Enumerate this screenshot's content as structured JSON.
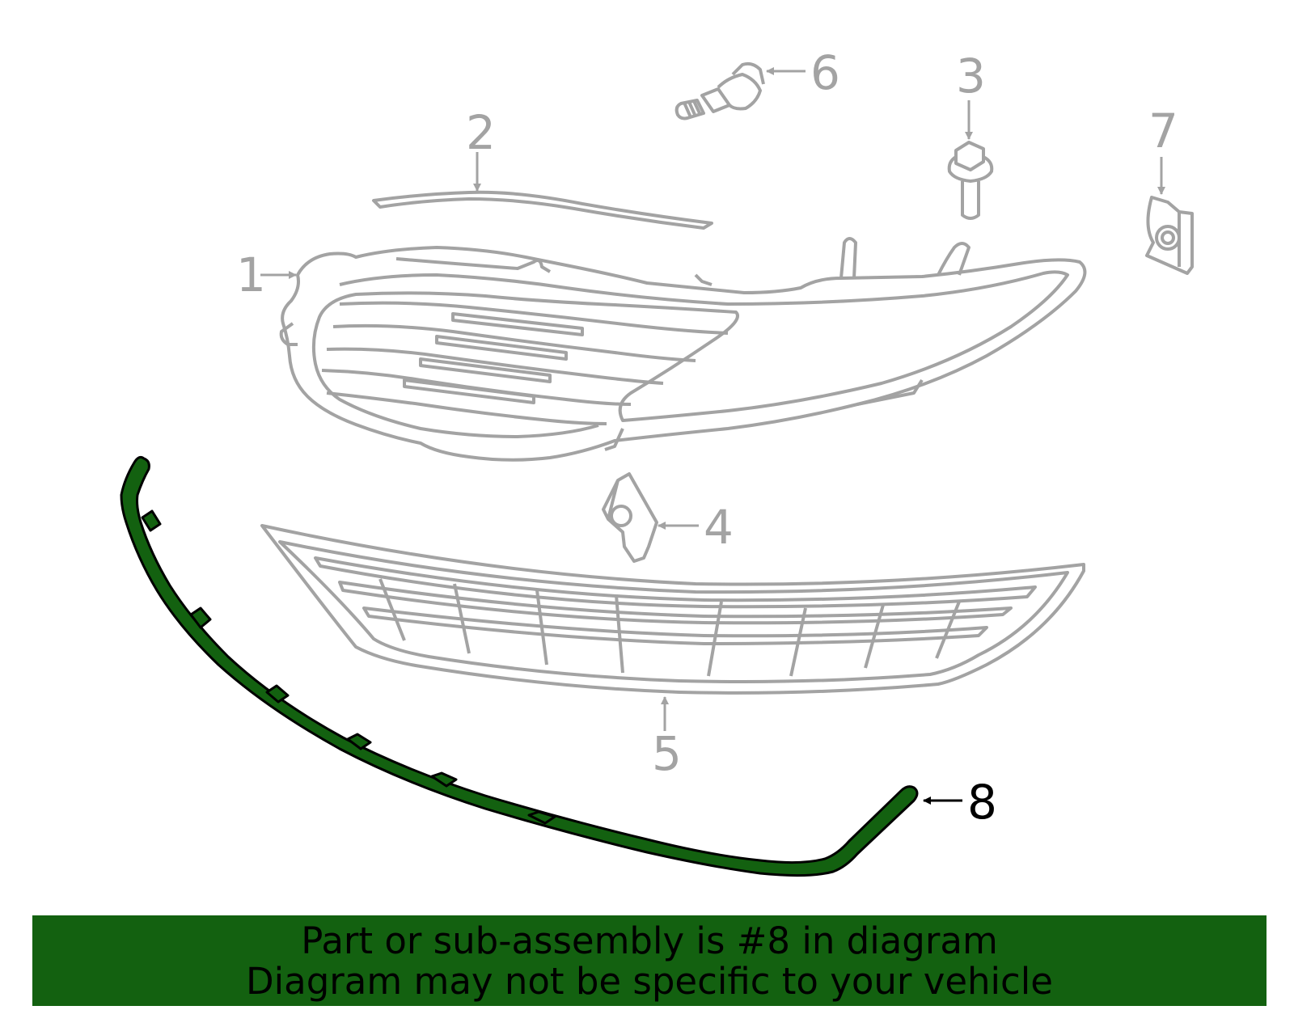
{
  "colors": {
    "line": "#a3a3a3",
    "highlight_fill": "#136110",
    "highlight_stroke": "#000000",
    "banner_background": "#136110",
    "banner_text": "#000000"
  },
  "callouts": {
    "c1": "1",
    "c2": "2",
    "c3": "3",
    "c4": "4",
    "c5": "5",
    "c6": "6",
    "c7": "7",
    "c8": "8"
  },
  "highlighted_part": "8",
  "banner": {
    "line1": "Part or sub-assembly is #8 in diagram",
    "line2": "Diagram may not be specific to your vehicle"
  }
}
